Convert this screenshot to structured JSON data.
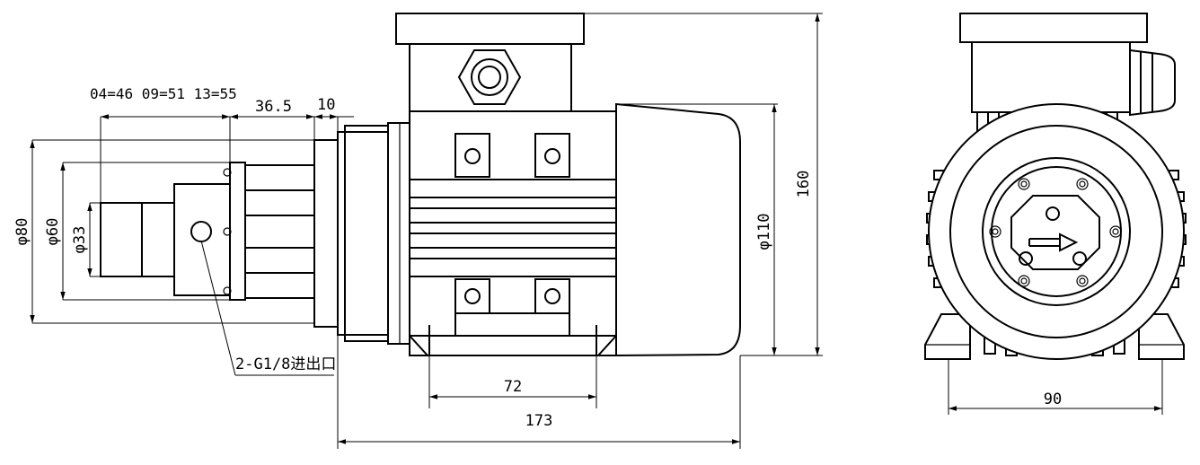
{
  "dimensions": {
    "pump_lengths": "04=46 09=51 13=55",
    "flange": "36.5",
    "spacer": "10",
    "dia80": "φ80",
    "dia60": "φ60",
    "dia33": "φ33",
    "dia110": "φ110",
    "height": "160",
    "foot_span": "72",
    "total_length": "173",
    "foot_width": "90"
  },
  "labels": {
    "ports_prefix": "2-G1/8",
    "ports_suffix": "进出口"
  }
}
